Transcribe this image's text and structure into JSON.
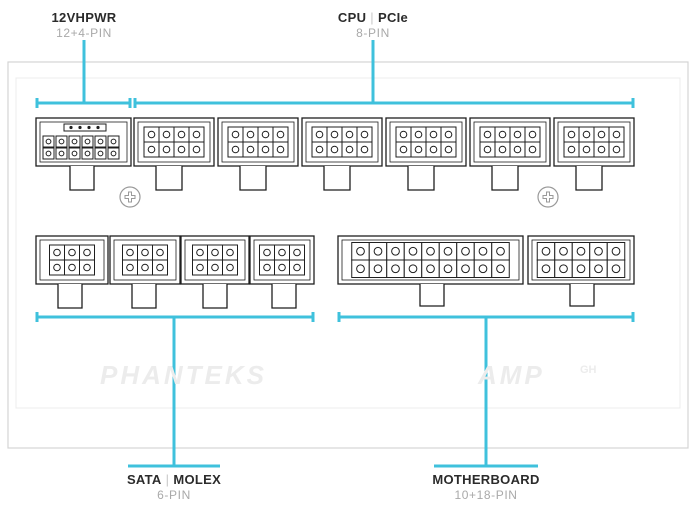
{
  "labels": {
    "vhpwr": {
      "title": "12VHPWR",
      "sub": "12+4-PIN"
    },
    "cpu_pcie": {
      "title_a": "CPU",
      "title_b": "PCIe",
      "sub": "8-PIN"
    },
    "sata_molex": {
      "title_a": "SATA",
      "title_b": "MOLEX",
      "sub": "6-PIN"
    },
    "motherboard": {
      "title": "MOTHERBOARD",
      "sub": "10+18-PIN"
    }
  },
  "brand": {
    "name": "PHANTEKS",
    "model": "AMP",
    "suffix": "GH"
  },
  "colors": {
    "accent": "#3fc1dc",
    "outline": "#1f1f1f",
    "panel_border": "#d4d4d4",
    "muted_text": "#a9a9a9"
  },
  "icons": {
    "screw": "phillips-screw-icon"
  }
}
